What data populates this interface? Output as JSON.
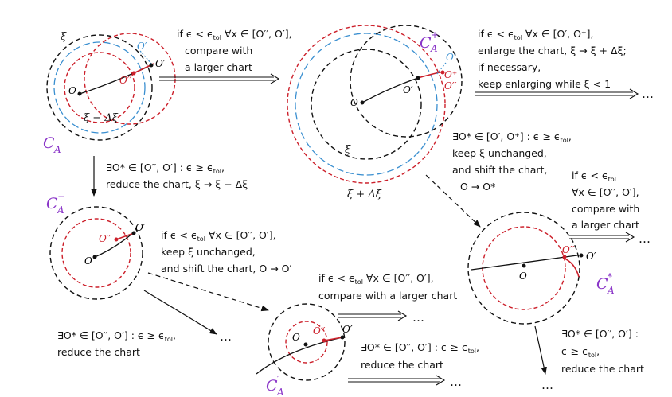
{
  "colors": {
    "red": "#cc1f2a",
    "blue": "#3a8fd0",
    "purple": "#8a35c8",
    "black": "#111111"
  },
  "charts": {
    "ca": {
      "name": "C",
      "sub": "A",
      "sup": ""
    },
    "caplus": {
      "name": "C",
      "sub": "A",
      "sup": "+"
    },
    "caminus": {
      "name": "C",
      "sub": "A",
      "sup": "−"
    },
    "castar": {
      "name": "C",
      "sub": "A",
      "sup": "*"
    },
    "caprime": {
      "name": "C",
      "sub": "A",
      "sup": "′"
    }
  },
  "labels": {
    "xi": "ξ",
    "xi_minus": "ξ − Δξ",
    "xi_plus": "ξ + Δξ",
    "o": "O",
    "o_prime": "O′",
    "o_dprime": "O′′",
    "o_plus": "O⁺",
    "o_star": "O*",
    "dots": "…"
  },
  "texts": {
    "t1_l1": "if ϵ < ϵ",
    "t1_l1_sub": "tol",
    "t1_l1_b": " ∀x ∈ [O′′, O′],",
    "t1_l2": "compare with",
    "t1_l3": "a larger chart",
    "t2_l1": "if ϵ < ϵ",
    "t2_l1_sub": "tol",
    "t2_l1_b": " ∀x ∈ [O′, O⁺],",
    "t2_l2": "enlarge the chart, ξ → ξ + Δξ;",
    "t2_l3": "if necessary,",
    "t2_l4": "keep enlarging while ξ < 1",
    "t3_l1": "∃O* ∈ [O′′, O′] : ϵ ≥ ϵ",
    "t3_l1_sub": "tol",
    "t3_l1_b": ",",
    "t3_l2": "reduce the chart, ξ → ξ − Δξ",
    "t4_l1": "∃O* ∈ [O′, O⁺] : ϵ ≥ ϵ",
    "t4_l1_sub": "tol",
    "t4_l1_b": ",",
    "t4_l2": "keep ξ unchanged,",
    "t4_l3": "and shift the chart,",
    "t4_l4": "O → O*",
    "t5_l1": "if ϵ < ϵ",
    "t5_l1_sub": "tol",
    "t5_l2": "∀x ∈ [O′′, O′],",
    "t5_l3": "compare with",
    "t5_l4": "a larger chart",
    "t6_l1": "if ϵ < ϵ",
    "t6_l1_sub": "tol",
    "t6_l1_b": " ∀x ∈ [O′′, O′],",
    "t6_l2": "keep ξ unchanged,",
    "t6_l3": "and shift the chart, O → O′",
    "t7_l1": "if ϵ < ϵ",
    "t7_l1_sub": "tol",
    "t7_l1_b": " ∀x ∈ [O′′, O′],",
    "t7_l2": "compare with a larger chart",
    "t8_l1": "∃O* ∈ [O′′, O′] : ϵ ≥ ϵ",
    "t8_l1_sub": "tol",
    "t8_l1_b": ",",
    "t8_l2": "reduce the chart",
    "t9_l1": "∃O* ∈ [O′′, O′] : ϵ ≥ ϵ",
    "t9_l1_sub": "tol",
    "t9_l1_b": ",",
    "t9_l2": "reduce the chart",
    "t10_l1": "∃O* ∈ [O′′, O′] :",
    "t10_l2": "ϵ ≥ ϵ",
    "t10_l2_sub": "tol",
    "t10_l2_b": ",",
    "t10_l3": "reduce the chart"
  }
}
